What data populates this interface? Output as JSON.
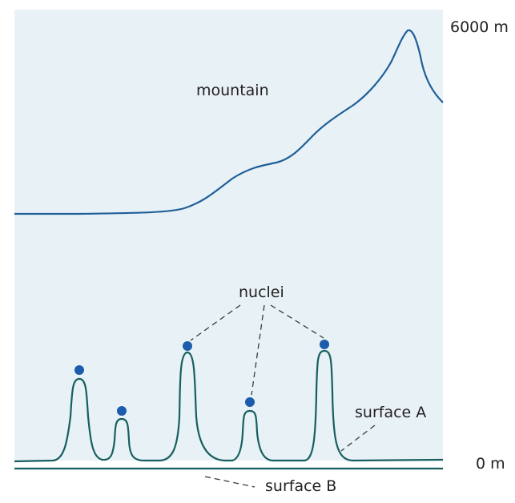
{
  "labels": {
    "top_height": "6000 m",
    "bottom_height": "0 m",
    "mountain": "mountain",
    "nuclei": "nuclei",
    "surface_a": "surface A",
    "surface_b": "surface B"
  },
  "colors": {
    "background": "#ffffff",
    "panel_fill": "#e8f1f6",
    "mountain_line": "#1f5f98",
    "surface_line": "#175f5f",
    "nucleus_dot": "#1c5cad",
    "text": "#231f20",
    "leader_line": "#3a3a3a"
  }
}
